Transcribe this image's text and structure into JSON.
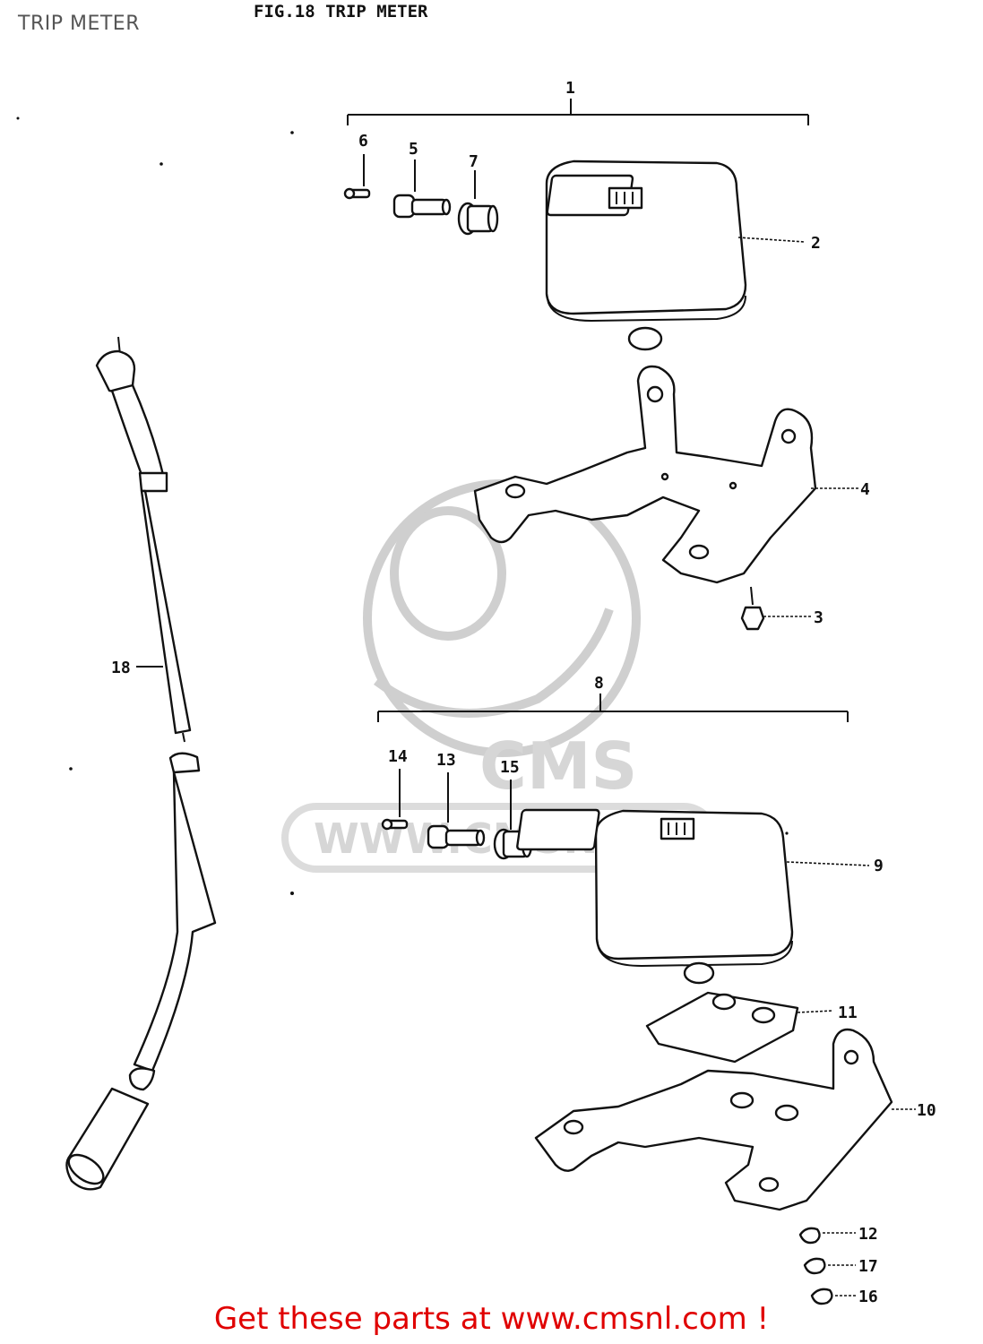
{
  "page_title": "TRIP METER",
  "figure_title": "FIG.18   TRIP METER",
  "footer_cta": "Get these parts at www.cmsnl.com !",
  "watermark": {
    "text_1": "CMS",
    "text_2": "WWW.CMSNL.COM",
    "color": "#d6d6d6"
  },
  "callouts": [
    "1",
    "2",
    "3",
    "4",
    "5",
    "6",
    "7",
    "8",
    "9",
    "10",
    "11",
    "12",
    "13",
    "14",
    "15",
    "16",
    "17",
    "18"
  ],
  "colors": {
    "footer": "#e00000",
    "title": "#555555",
    "ink": "#111111"
  }
}
